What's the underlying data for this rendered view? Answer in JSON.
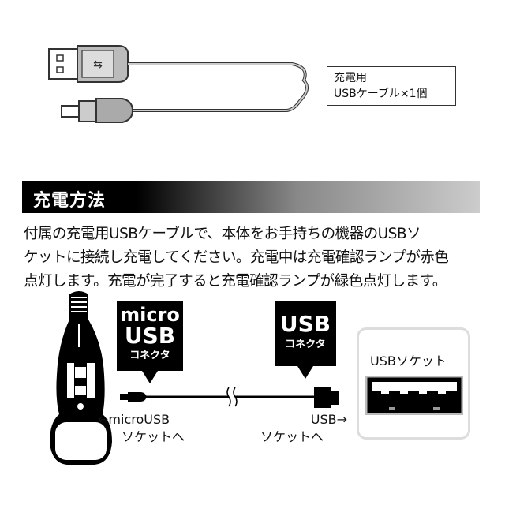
{
  "cable_label": {
    "line1": "充電用",
    "line2": "USBケーブル×1個"
  },
  "section": {
    "title": "充電方法"
  },
  "description": {
    "lines": [
      "付属の充電用USBケーブルで、本体をお手持ちの機器のUSBソ",
      "ケットに接続し充電してください。充電中は充電確認ランプが赤色",
      "点灯します。充電が完了すると充電確認ランプが緑色点灯します。"
    ]
  },
  "diagram": {
    "micro_callout": {
      "line1": "micro",
      "line2": "USB",
      "line3": "コネクタ"
    },
    "usb_callout": {
      "line1": "USB",
      "line2": "コネクタ"
    },
    "micro_target": {
      "line1": "←microUSB",
      "line2": "ソケットへ"
    },
    "usb_target": {
      "line1": "USB→",
      "line2": "ソケットへ"
    },
    "socket_label": "USBソケット"
  }
}
